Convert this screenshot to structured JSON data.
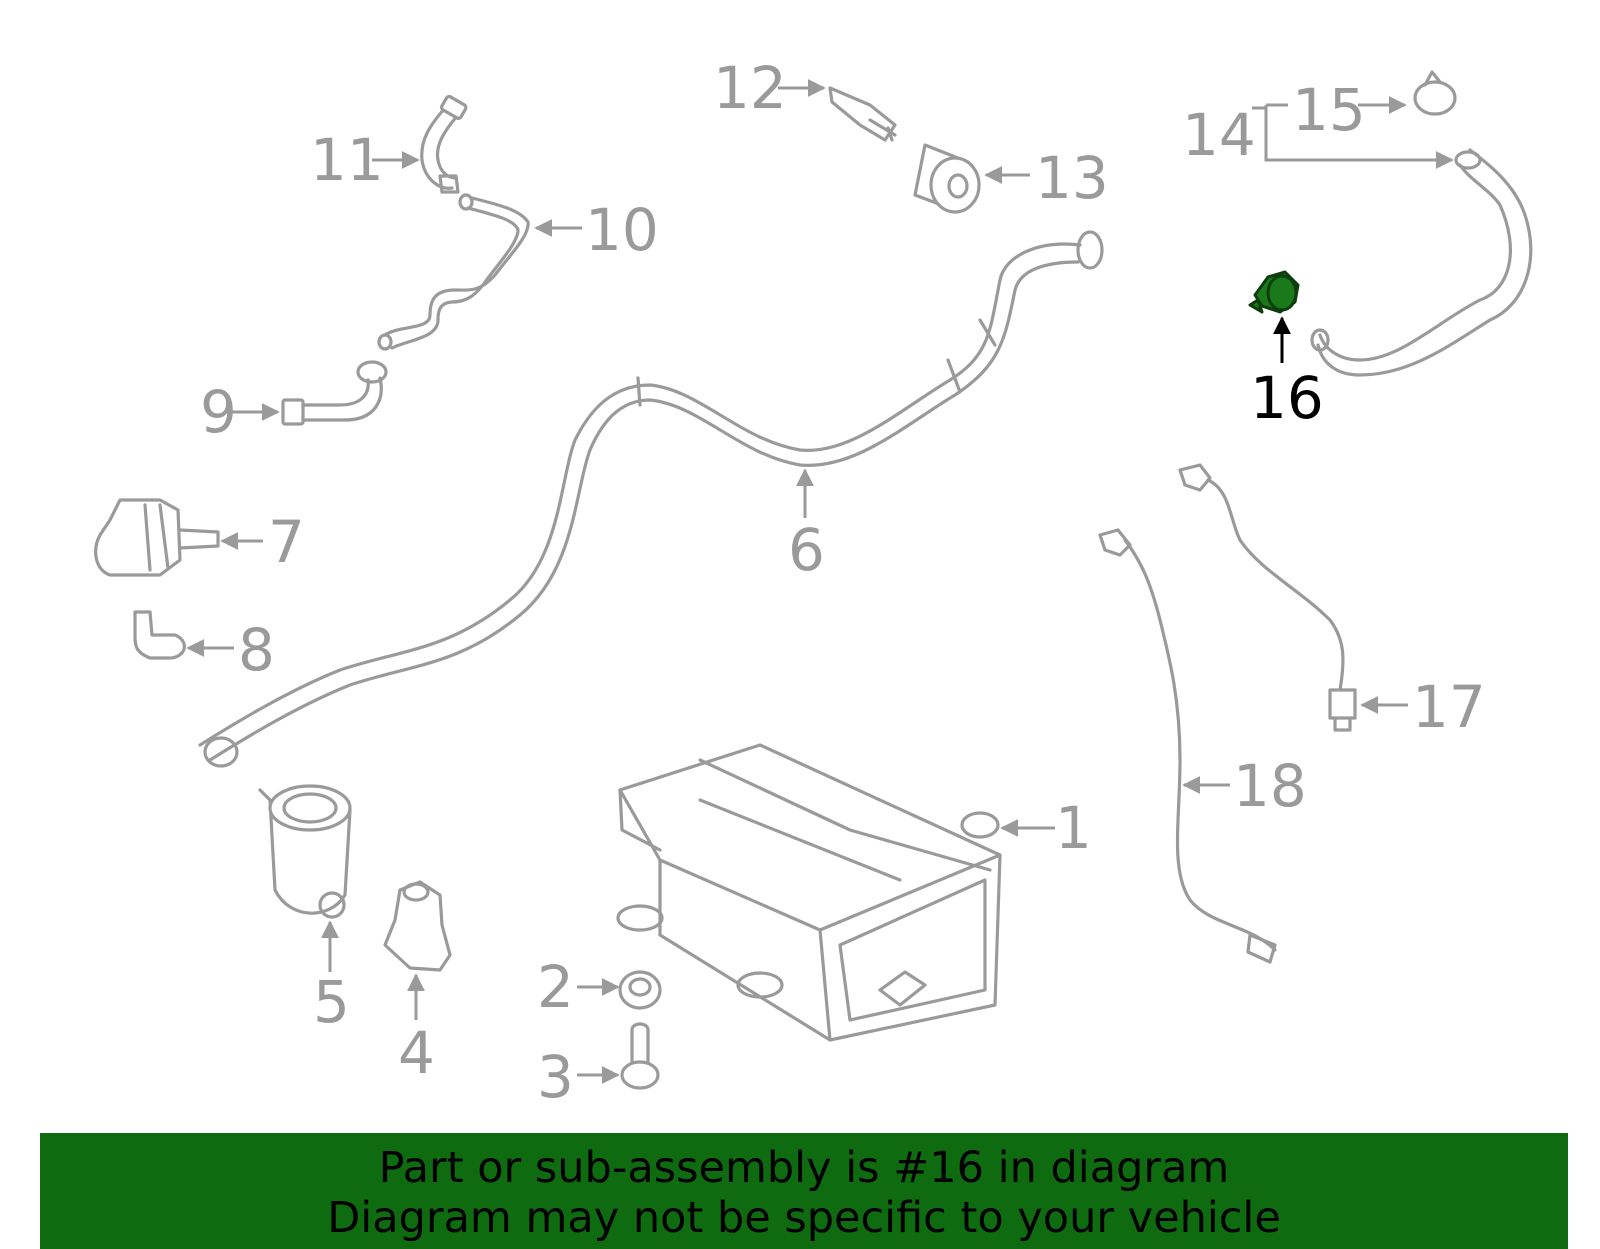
{
  "diagram": {
    "callouts": {
      "c1": "1",
      "c2": "2",
      "c3": "3",
      "c4": "4",
      "c5": "5",
      "c6": "6",
      "c7": "7",
      "c8": "8",
      "c9": "9",
      "c10": "10",
      "c11": "11",
      "c12": "12",
      "c13": "13",
      "c14": "14",
      "c15": "15",
      "c16": "16",
      "c17": "17",
      "c18": "18"
    },
    "highlighted_part": "16",
    "colors": {
      "part_line": "#9a9a9a",
      "highlight_fill": "#1a7a1a",
      "banner": "#0f6b0f"
    }
  },
  "banner": {
    "line1": "Part or sub-assembly is #16 in diagram",
    "line2": "Diagram may not be specific to your vehicle"
  }
}
